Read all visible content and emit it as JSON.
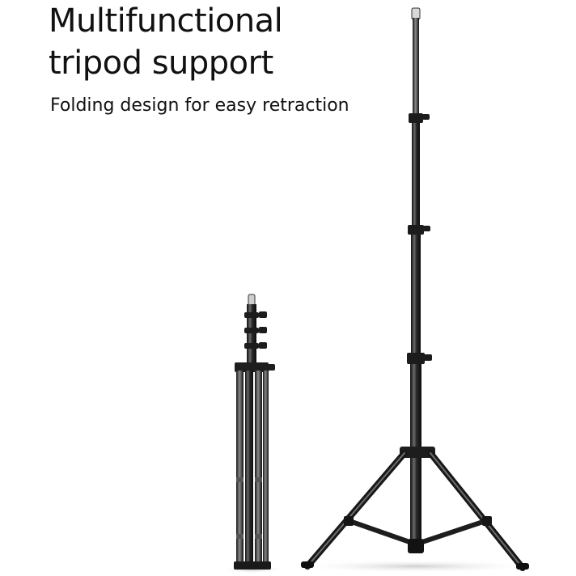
{
  "headline": {
    "line1": "Multifunctional",
    "line2": "tripod support"
  },
  "subheadline": "Folding design for easy retraction",
  "colors": {
    "background": "#ffffff",
    "text": "#111111",
    "metal_dark": "#1b1b1b",
    "metal_mid": "#3a3a3a",
    "metal_highlight": "#9a9a9a"
  }
}
